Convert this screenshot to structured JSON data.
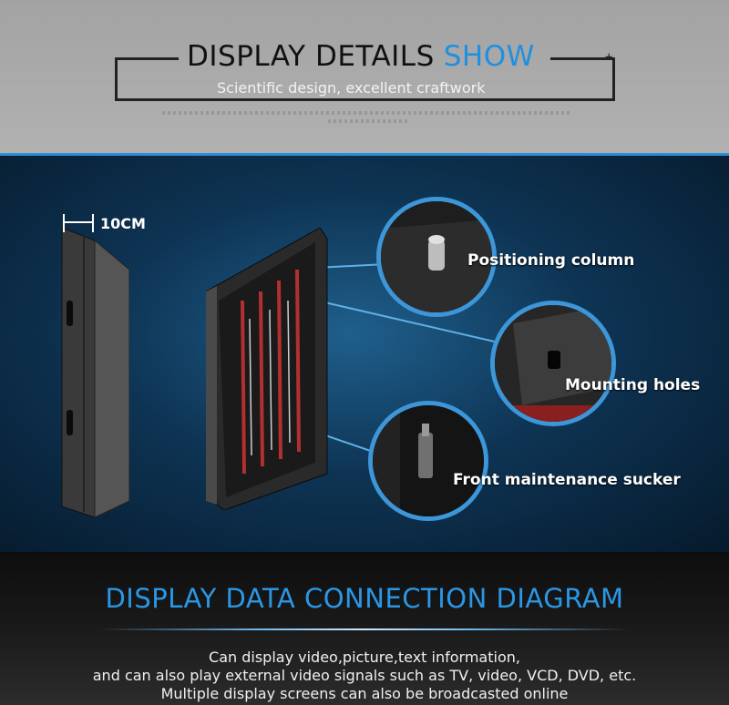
{
  "header": {
    "title": "DISPLAY DETAILS",
    "title_accent": "SHOW",
    "subtitle": "Scientific design, excellent craftwork"
  },
  "showcase": {
    "dimension_label": "10CM",
    "callouts": [
      {
        "label": "Positioning column"
      },
      {
        "label": "Mounting holes"
      },
      {
        "label": "Front maintenance sucker"
      }
    ]
  },
  "connection": {
    "title": "DISPLAY DATA CONNECTION DIAGRAM",
    "lines": [
      "Can display video,picture,text information,",
      "and can also play external video signals such as TV, video, VCD, DVD, etc.",
      "Multiple display screens can also be broadcasted online"
    ]
  },
  "colors": {
    "accent": "#1f90e0",
    "callout_ring": "#3c96d8"
  }
}
